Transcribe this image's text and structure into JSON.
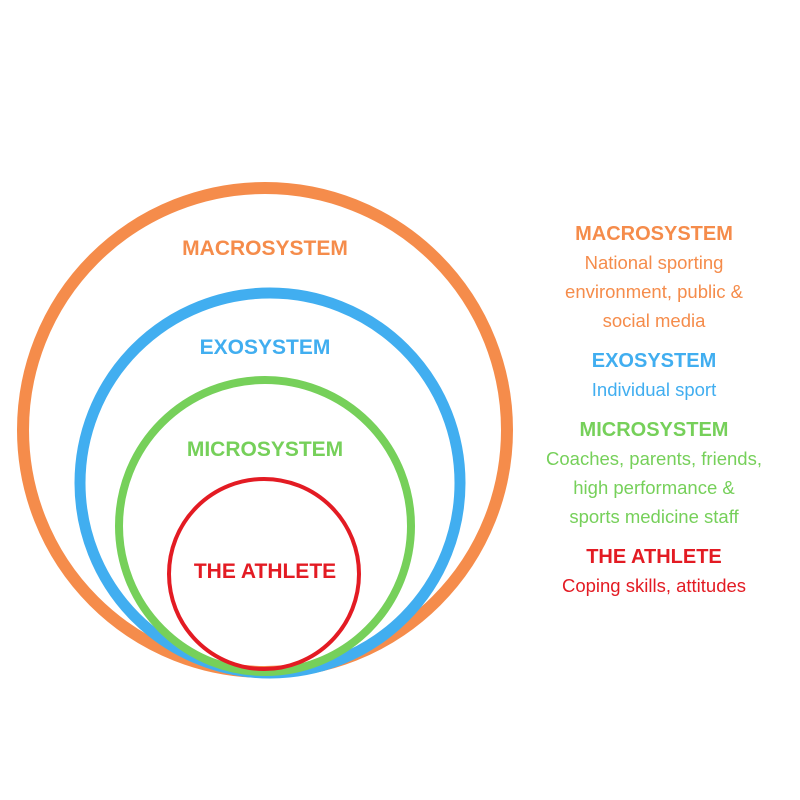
{
  "colors": {
    "macrosystem": "#f58c4b",
    "exosystem": "#41aef0",
    "microsystem": "#76d05a",
    "athlete": "#e31b23"
  },
  "diagram": {
    "rings": {
      "macrosystem": "MACROSYSTEM",
      "exosystem": "EXOSYSTEM",
      "microsystem": "MICROSYSTEM",
      "athlete": "THE ATHLETE"
    }
  },
  "legend": [
    {
      "title": "MACROSYSTEM",
      "lines": [
        "National sporting",
        "environment, public &",
        "social media"
      ]
    },
    {
      "title": "EXOSYSTEM",
      "lines": [
        "Individual sport"
      ]
    },
    {
      "title": "MICROSYSTEM",
      "lines": [
        "Coaches, parents, friends,",
        "high performance &",
        "sports medicine staff"
      ]
    },
    {
      "title": "THE ATHLETE",
      "lines": [
        "Coping skills, attitudes"
      ]
    }
  ]
}
